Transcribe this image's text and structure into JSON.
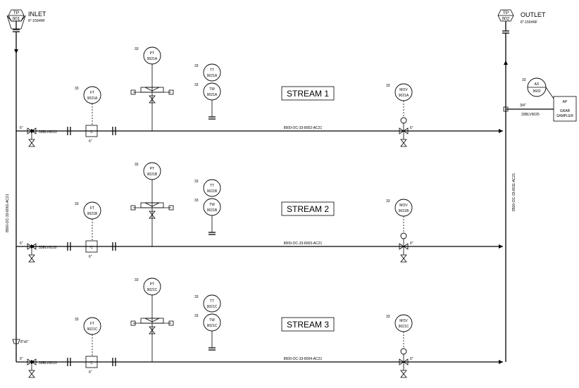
{
  "inlet": {
    "tag_top": "TP",
    "tag_num": "001",
    "label": "INLET",
    "spec": "8\"-150#RF"
  },
  "outlet": {
    "tag_top": "TP",
    "tag_num": "002",
    "label": "OUTLET",
    "spec": "8\"-150#RF"
  },
  "headers": {
    "inlet_line": "8500-OC-33-8001-AC21",
    "outlet_line": "8500-OC-33-8011-AC21"
  },
  "reducer": "8\"x6\"",
  "sampler": {
    "ax_tag": "AX",
    "ax_num": "9602",
    "ap_tag": "AP",
    "box_line1": "GRAB",
    "box_line2": "SAMPLER",
    "valve_size": "3/4\"",
    "valve_tag": "33BLV9025"
  },
  "common": {
    "bubble_prefix": "33",
    "dim_6": "6\"",
    "conditioner": "C"
  },
  "streams": [
    {
      "name": "STREAM 1",
      "ft": "9021A",
      "pt": "9021A",
      "tt": "9021A",
      "tw": "9021A",
      "mov": "9021A",
      "blv": "33BLV9010",
      "line": "8500-OC-33-8002-AC21"
    },
    {
      "name": "STREAM 2",
      "ft": "9021B",
      "pt": "9021B",
      "tt": "9021B",
      "tw": "9021B",
      "mov": "9021B",
      "blv": "33BLV9110",
      "line": "8500-OC-33-8003-AC21"
    },
    {
      "name": "STREAM 3",
      "ft": "9021C",
      "pt": "9021C",
      "tt": "9021C",
      "tw": "9021C",
      "mov": "9021C",
      "blv": "33BLV9210",
      "line": "8500-OC-33-8004-AC21"
    }
  ]
}
